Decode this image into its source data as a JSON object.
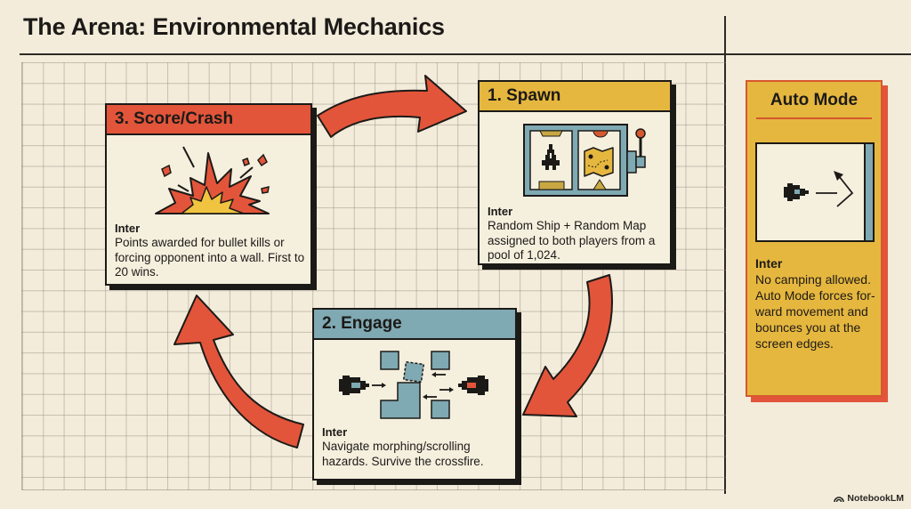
{
  "header": {
    "title": "The Arena: Environmental Mechanics"
  },
  "cards": {
    "score": {
      "title": "3. Score/Crash",
      "label": "Inter",
      "text": "Points awarded for bullet kills or forcing opponent into a wall. First to 20 wins.",
      "icon": "explosion-icon",
      "color": "#e2553a"
    },
    "spawn": {
      "title": "1. Spawn",
      "label": "Inter",
      "text": "Random Ship + Random Map assigned to both players from a pool of 1,024.",
      "icon": "slot-machine-icon",
      "color": "#e6b73f"
    },
    "engage": {
      "title": "2. Engage",
      "label": "Inter",
      "text": "Navigate morphing/scrolling hazards. Survive the crossfire.",
      "icon": "dogfight-icon",
      "color": "#7fa9b3"
    }
  },
  "sidebar": {
    "title": "Auto Mode",
    "label": "Inter",
    "text": "No camping allowed. Auto Mode forces for-ward movement and bounces you at the screen edges.",
    "icon": "ship-bounce-icon",
    "color": "#e6b73f"
  },
  "flow": {
    "arrow_color": "#e2553a",
    "sequence": [
      "1. Spawn",
      "2. Engage",
      "3. Score/Crash",
      "1. Spawn"
    ]
  },
  "footer": {
    "brand": "NotebookLM"
  }
}
